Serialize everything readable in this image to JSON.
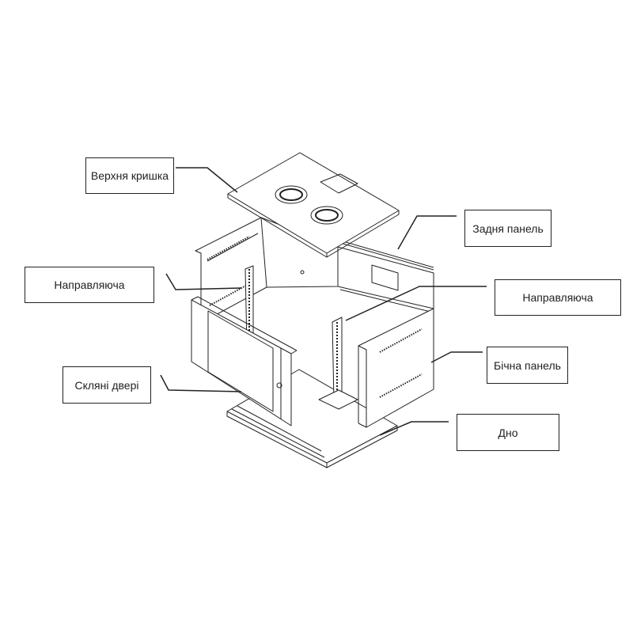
{
  "labels": {
    "top_cover": "Верхня кришка",
    "rail_left": "Направляюча",
    "glass_door": "Скляні двері",
    "back_panel": "Задня панель",
    "rail_right": "Направляюча",
    "side_panel": "Бічна панель",
    "bottom": "Дно"
  },
  "colors": {
    "line": "#222222",
    "background": "#ffffff"
  }
}
